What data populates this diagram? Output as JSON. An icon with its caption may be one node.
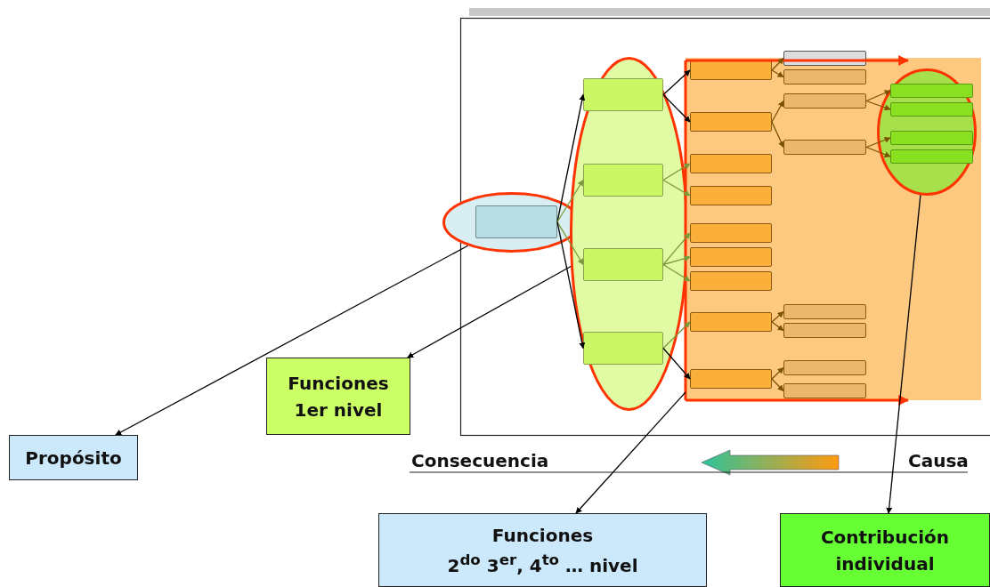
{
  "diagram": {
    "nodes": [
      {
        "text": [
          "Propósito"
        ]
      },
      {
        "text": [
          "Funciones 1er nivel"
        ]
      },
      {
        "text": [
          "Funciones",
          "2$^{do}$ 3$^{er}$, 4$^{to}$ … nivel"
        ]
      },
      {
        "text": [
          "Contribución individual"
        ]
      },
      {
        "text": [],
        "shape": "ellipse"
      },
      {
        "text": [],
        "shape": "ellipse"
      },
      {
        "text": [],
        "shape": "box"
      },
      {
        "text": [],
        "shape": "ellipse",
        "in": 6
      },
      {
        "text": [],
        "shape": "box",
        "in": 4
      },
      {
        "text": [],
        "shape": "box",
        "in": 5
      },
      {
        "text": [],
        "shape": "box",
        "in": 5
      },
      {
        "text": [],
        "shape": "box",
        "in": 5
      },
      {
        "text": [],
        "shape": "box",
        "in": 5
      },
      {
        "text": [],
        "shape": "box",
        "in": 6
      },
      {
        "text": [],
        "shape": "box",
        "in": 6
      },
      {
        "text": [],
        "shape": "box",
        "in": 6
      },
      {
        "text": [],
        "shape": "box",
        "in": 6
      },
      {
        "text": [],
        "shape": "box",
        "in": 6
      },
      {
        "text": [],
        "shape": "box",
        "in": 6
      },
      {
        "text": [],
        "shape": "box",
        "in": 6
      },
      {
        "text": [],
        "shape": "box",
        "in": 6
      },
      {
        "text": [],
        "shape": "box",
        "in": 6
      },
      {
        "text": [],
        "shape": "box"
      },
      {
        "text": [],
        "shape": "box",
        "in": 6
      },
      {
        "text": [],
        "shape": "box",
        "in": 6
      },
      {
        "text": [],
        "shape": "box",
        "in": 6
      },
      {
        "text": [],
        "shape": "box",
        "in": 6
      },
      {
        "text": [],
        "shape": "box",
        "in": 6
      },
      {
        "text": [],
        "shape": "box",
        "in": 6
      },
      {
        "text": [],
        "shape": "box",
        "in": 6
      },
      {
        "text": [],
        "shape": "box",
        "in": 7
      },
      {
        "text": [],
        "shape": "box",
        "in": 7
      },
      {
        "text": [],
        "shape": "box",
        "in": 7
      },
      {
        "text": [],
        "shape": "box",
        "in": 7
      }
    ],
    "edges": [
      {
        "from": 8,
        "to": 9,
        "arrow": "to",
        "color": "#000000"
      },
      {
        "from": 8,
        "to": 10,
        "arrow": "to",
        "color": "#7a9a3a"
      },
      {
        "from": 8,
        "to": 11,
        "arrow": "to",
        "color": "#7a9a3a"
      },
      {
        "from": 8,
        "to": 12,
        "arrow": "to",
        "color": "#000000"
      },
      {
        "from": 9,
        "to": 13,
        "arrow": "to",
        "color": "#000000"
      },
      {
        "from": 9,
        "to": 14,
        "arrow": "to",
        "color": "#000000"
      },
      {
        "from": 10,
        "to": 15,
        "arrow": "to",
        "color": "#7a9a3a"
      },
      {
        "from": 10,
        "to": 16,
        "arrow": "to",
        "color": "#7a9a3a"
      },
      {
        "from": 11,
        "to": 17,
        "arrow": "to",
        "color": "#7a9a3a"
      },
      {
        "from": 11,
        "to": 18,
        "arrow": "to",
        "color": "#7a9a3a"
      },
      {
        "from": 11,
        "to": 19,
        "arrow": "to",
        "color": "#7a9a3a"
      },
      {
        "from": 12,
        "to": 20,
        "arrow": "to",
        "color": "#7a9a3a"
      },
      {
        "from": 12,
        "to": 21,
        "arrow": "to",
        "color": "#000000"
      },
      {
        "from": 13,
        "to": 22,
        "arrow": "to"
      },
      {
        "from": 13,
        "to": 23,
        "arrow": "to"
      },
      {
        "from": 14,
        "to": 24,
        "arrow": "to"
      },
      {
        "from": 14,
        "to": 25,
        "arrow": "to"
      },
      {
        "from": 24,
        "to": 30,
        "arrow": "to"
      },
      {
        "from": 24,
        "to": 31,
        "arrow": "to"
      },
      {
        "from": 25,
        "to": 32,
        "arrow": "to"
      },
      {
        "from": 25,
        "to": 33,
        "arrow": "to"
      },
      {
        "from": 20,
        "to": 26,
        "arrow": "to"
      },
      {
        "from": 20,
        "to": 27,
        "arrow": "to"
      },
      {
        "from": 21,
        "to": 28,
        "arrow": "to"
      },
      {
        "from": 21,
        "to": 29,
        "arrow": "to"
      },
      {
        "from": 4,
        "to": 0,
        "arrow": "to",
        "color": "#000000"
      },
      {
        "from": 5,
        "to": 1,
        "arrow": "to",
        "color": "#000000"
      },
      {
        "from": 6,
        "to": 2,
        "arrow": "to",
        "color": "#000000"
      },
      {
        "from": 7,
        "to": 3,
        "arrow": "to",
        "color": "#000000"
      }
    ],
    "labels": [
      "Consecuencia",
      "Causa"
    ]
  }
}
